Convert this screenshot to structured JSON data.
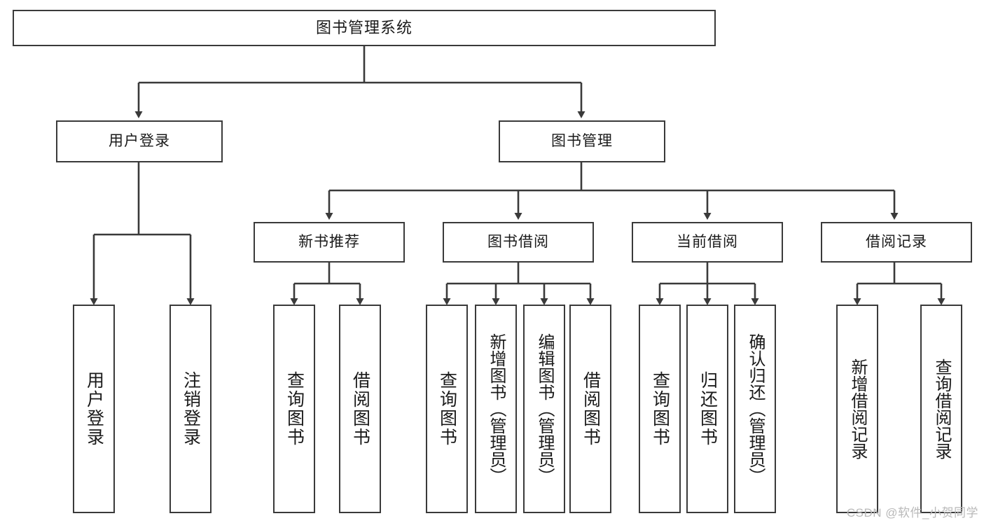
{
  "diagram": {
    "title": "图书管理系统",
    "type": "functional-structure-tree",
    "root": {
      "label": "图书管理系统"
    },
    "level2": [
      {
        "label": "用户登录"
      },
      {
        "label": "图书管理"
      }
    ],
    "level3": [
      {
        "label": "新书推荐"
      },
      {
        "label": "图书借阅"
      },
      {
        "label": "当前借阅"
      },
      {
        "label": "借阅记录"
      }
    ],
    "leaves": {
      "user_login": [
        {
          "label": "用户登录"
        },
        {
          "label": "注销登录"
        }
      ],
      "new_book_recommend": [
        {
          "label": "查询图书"
        },
        {
          "label": "借阅图书"
        }
      ],
      "book_borrow": [
        {
          "label": "查询图书"
        },
        {
          "label": "新增图书（管理员）"
        },
        {
          "label": "编辑图书（管理员）"
        },
        {
          "label": "借阅图书"
        }
      ],
      "current_borrow": [
        {
          "label": "查询图书"
        },
        {
          "label": "归还图书"
        },
        {
          "label": "确认归还（管理员）"
        }
      ],
      "borrow_record": [
        {
          "label": "新增借阅记录"
        },
        {
          "label": "查询借阅记录"
        }
      ]
    }
  },
  "watermark": {
    "text": "CSDN @软件_小贺同学"
  },
  "colors": {
    "background": "#ffffff",
    "stroke": "#3a3a3a",
    "text": "#1a1a1a",
    "watermark": "#b9b9b9"
  }
}
